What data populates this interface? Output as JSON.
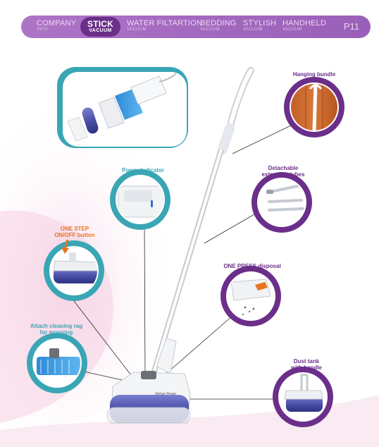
{
  "nav": {
    "tabs": [
      {
        "main": "COMPANY",
        "sub": "INFO",
        "active": false
      },
      {
        "main": "STICK",
        "sub": "VACUUM",
        "active": true
      },
      {
        "main": "WATER FILTARTION",
        "sub": "VACUUM",
        "active": false
      },
      {
        "main": "BEDDING",
        "sub": "VACUUM",
        "active": false
      },
      {
        "main": "STYLISH",
        "sub": "VACUUM",
        "active": false
      },
      {
        "main": "HANDHELD",
        "sub": "VACUUM",
        "active": false
      }
    ],
    "page": "P11"
  },
  "features": {
    "hanging": "Hanging bundle",
    "extension_line1": "Detachable",
    "extension_line2": "extension tubes",
    "power": "Power Indicator",
    "onestep_line1": "ONE STEP",
    "onestep_line2": "ON/OFF button",
    "onepress": "ONE PRESS disposal",
    "rag_line1": "Attach cleaning rag",
    "rag_line2": "for mopping",
    "dust_line1": "Dust tank",
    "dust_line2": "with handle"
  },
  "product": {
    "brand": "Hehan Power"
  },
  "colors": {
    "purple": "#6b2f8a",
    "nav_purple": "#a56abf",
    "teal": "#3aa6b5",
    "orange": "#e8741e",
    "roller_blue": "#4b4fa8"
  }
}
